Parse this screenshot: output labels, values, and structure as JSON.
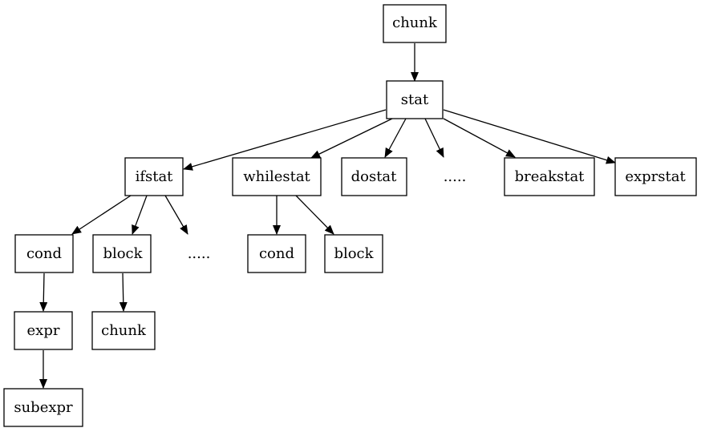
{
  "nodes": {
    "chunk_root": "chunk",
    "stat": "stat",
    "ifstat": "ifstat",
    "whilestat": "whilestat",
    "dostat": "dostat",
    "stat_more": ".....",
    "breakstat": "breakstat",
    "exprstat": "exprstat",
    "if_cond": "cond",
    "if_block": "block",
    "if_more": ".....",
    "while_cond": "cond",
    "while_block": "block",
    "expr": "expr",
    "block_chunk": "chunk",
    "subexpr": "subexpr"
  },
  "colors": {
    "stroke": "#000000",
    "background": "#ffffff"
  }
}
